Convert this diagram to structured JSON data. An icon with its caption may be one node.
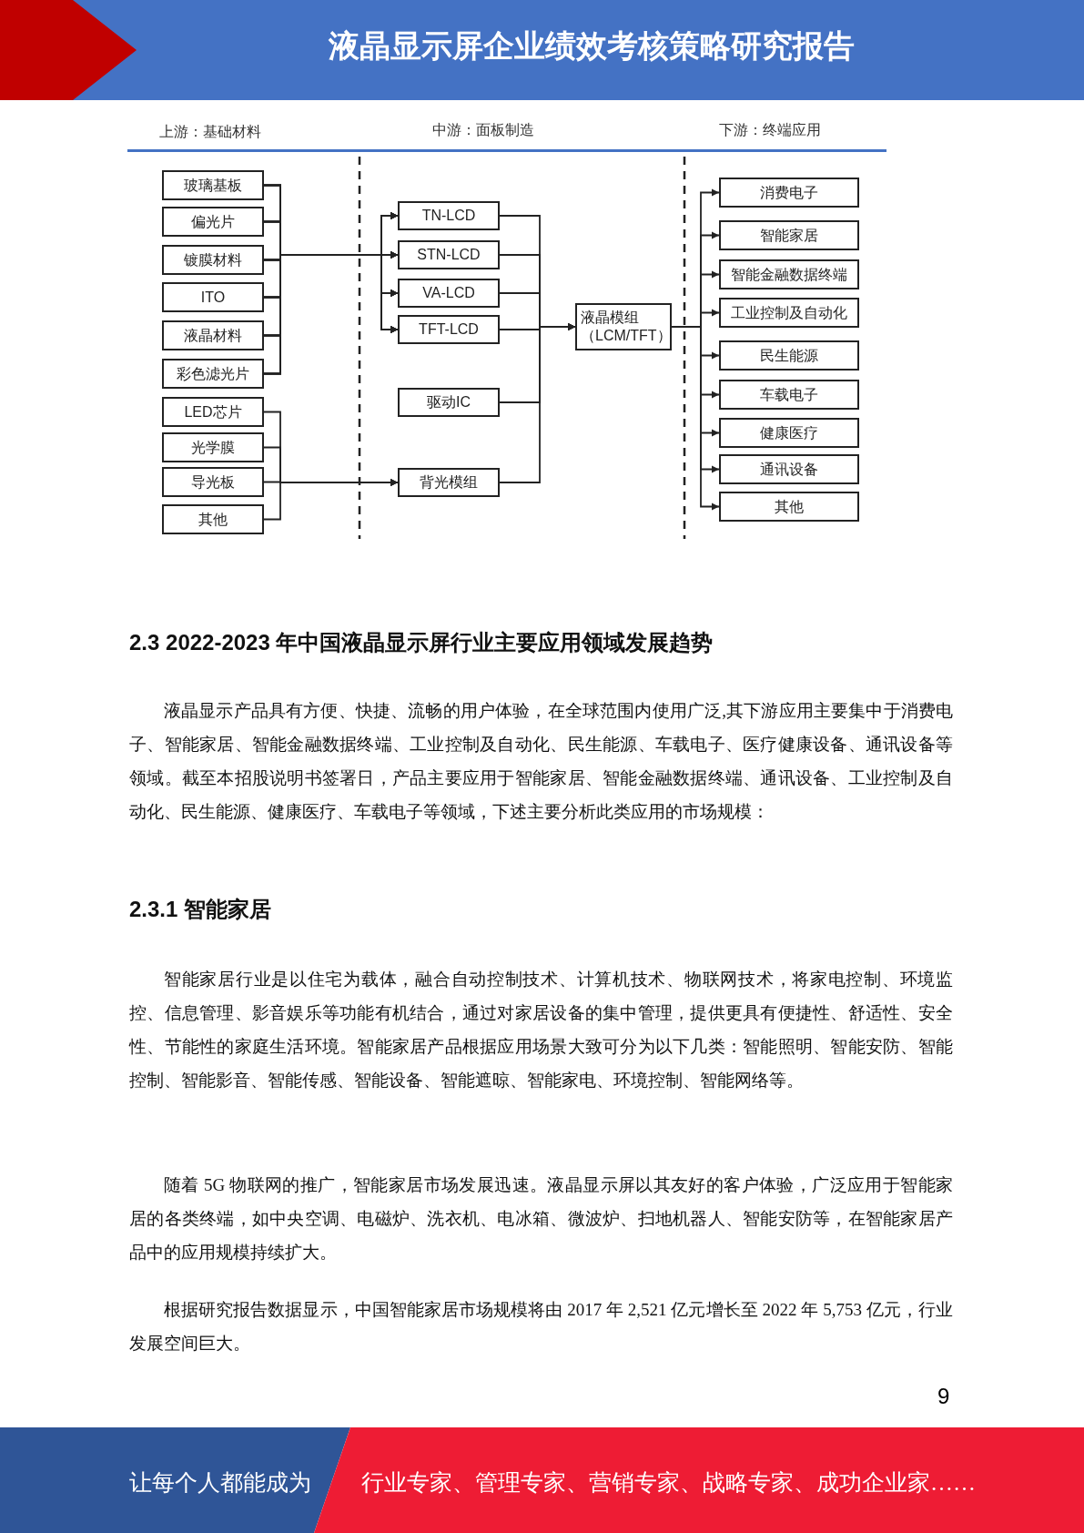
{
  "diagram": {
    "title": "液晶显示屏企业绩效考核策略研究报告",
    "nodes": [
      {
        "text": [
          "玻璃基板"
        ]
      },
      {
        "text": [
          "偏光片"
        ]
      },
      {
        "text": [
          "镀膜材料"
        ]
      },
      {
        "text": [
          "ITO"
        ]
      },
      {
        "text": [
          "液晶材料"
        ]
      },
      {
        "text": [
          "彩色滤光片"
        ]
      },
      {
        "text": [
          "LED芯片"
        ]
      },
      {
        "text": [
          "光学膜"
        ]
      },
      {
        "text": [
          "导光板"
        ]
      },
      {
        "text": [
          "其他"
        ]
      },
      {
        "text": [
          "TN-LCD"
        ]
      },
      {
        "text": [
          "STN-LCD"
        ]
      },
      {
        "text": [
          "VA-LCD"
        ]
      },
      {
        "text": [
          "TFT-LCD"
        ]
      },
      {
        "text": [
          "驱动IC"
        ]
      },
      {
        "text": [
          "背光模组"
        ]
      },
      {
        "text": [
          "液晶模组（LCM/TFT）"
        ]
      },
      {
        "text": [
          "消费电子"
        ]
      },
      {
        "text": [
          "智能家居"
        ]
      },
      {
        "text": [
          "智能金融数据终端"
        ]
      },
      {
        "text": [
          "工业控制及自动化"
        ]
      },
      {
        "text": [
          "民生能源"
        ]
      },
      {
        "text": [
          "车载电子"
        ]
      },
      {
        "text": [
          "健康医疗"
        ]
      },
      {
        "text": [
          "通讯设备"
        ]
      },
      {
        "text": [
          "其他"
        ]
      }
    ],
    "edges": [
      {
        "from": 0,
        "to": 10,
        "arrow": "to"
      },
      {
        "from": 0,
        "to": 11,
        "arrow": "to"
      },
      {
        "from": 0,
        "to": 12,
        "arrow": "to"
      },
      {
        "from": 0,
        "to": 13,
        "arrow": "to"
      },
      {
        "from": 1,
        "to": 10,
        "arrow": "to"
      },
      {
        "from": 1,
        "to": 11,
        "arrow": "to"
      },
      {
        "from": 1,
        "to": 12,
        "arrow": "to"
      },
      {
        "from": 1,
        "to": 13,
        "arrow": "to"
      },
      {
        "from": 2,
        "to": 10,
        "arrow": "to"
      },
      {
        "from": 2,
        "to": 11,
        "arrow": "to"
      },
      {
        "from": 2,
        "to": 12,
        "arrow": "to"
      },
      {
        "from": 2,
        "to": 13,
        "arrow": "to"
      },
      {
        "from": 3,
        "to": 10,
        "arrow": "to"
      },
      {
        "from": 3,
        "to": 11,
        "arrow": "to"
      },
      {
        "from": 3,
        "to": 12,
        "arrow": "to"
      },
      {
        "from": 3,
        "to": 13,
        "arrow": "to"
      },
      {
        "from": 4,
        "to": 10,
        "arrow": "to"
      },
      {
        "from": 4,
        "to": 11,
        "arrow": "to"
      },
      {
        "from": 4,
        "to": 12,
        "arrow": "to"
      },
      {
        "from": 4,
        "to": 13,
        "arrow": "to"
      },
      {
        "from": 5,
        "to": 10,
        "arrow": "to"
      },
      {
        "from": 5,
        "to": 11,
        "arrow": "to"
      },
      {
        "from": 5,
        "to": 12,
        "arrow": "to"
      },
      {
        "from": 5,
        "to": 13,
        "arrow": "to"
      },
      {
        "from": 6,
        "to": 15,
        "arrow": "to"
      },
      {
        "from": 7,
        "to": 15,
        "arrow": "to"
      },
      {
        "from": 8,
        "to": 15,
        "arrow": "to"
      },
      {
        "from": 9,
        "to": 15,
        "arrow": "to"
      },
      {
        "from": 10,
        "to": 16,
        "arrow": "to"
      },
      {
        "from": 11,
        "to": 16,
        "arrow": "to"
      },
      {
        "from": 12,
        "to": 16,
        "arrow": "to"
      },
      {
        "from": 13,
        "to": 16,
        "arrow": "to"
      },
      {
        "from": 14,
        "to": 16,
        "arrow": "to"
      },
      {
        "from": 15,
        "to": 16,
        "arrow": "to"
      },
      {
        "from": 16,
        "to": 17,
        "arrow": "to"
      },
      {
        "from": 16,
        "to": 18,
        "arrow": "to"
      },
      {
        "from": 16,
        "to": 19,
        "arrow": "to"
      },
      {
        "from": 16,
        "to": 20,
        "arrow": "to"
      },
      {
        "from": 16,
        "to": 21,
        "arrow": "to"
      },
      {
        "from": 16,
        "to": 22,
        "arrow": "to"
      },
      {
        "from": 16,
        "to": 23,
        "arrow": "to"
      },
      {
        "from": 16,
        "to": 24,
        "arrow": "to"
      },
      {
        "from": 16,
        "to": 25,
        "arrow": "to"
      }
    ],
    "labels": [
      "上游：基础材料",
      "中游：面板制造",
      "下游：终端应用",
      "2.3 2022-2023 年中国液晶显示屏行业主要应用领域发展趋势",
      "液晶显示产品具有方便、快捷、流畅的用户体验，在全球范围内使用广泛,其下游应用主要集中于消费电子、智能家居、智能金融数据终端、工业控制及自动化、民生能源、车载电子、医疗健康设备、通讯设备等领域。截至本招股说明书签署日，产品主要应用于智能家居、智能金融数据终端、通讯设备、工业控制及自动化、民生能源、健康医疗、车载电子等领域，下述主要分析此类应用的市场规模：",
      "2.3.1 智能家居",
      "智能家居行业是以住宅为载体，融合自动控制技术、计算机技术、物联网技术，将家电控制、环境监控、信息管理、影音娱乐等功能有机结合，通过对家居设备的集中管理，提供更具有便捷性、舒适性、安全性、节能性的家庭生活环境。智能家居产品根据应用场景大致可分为以下几类：智能照明、智能安防、智能控制、智能影音、智能传感、智能设备、智能遮晾、智能家电、环境控制、智能网络等。",
      "随着 5G 物联网的推广，智能家居市场发展迅速。液晶显示屏以其友好的客户体验，广泛应用于智能家居的各类终端，如中央空调、电磁炉、洗衣机、电冰箱、微波炉、扫地机器人、智能安防等，在智能家居产品中的应用规模持续扩大。",
      "根据研究报告数据显示，中国智能家居市场规模将由 2017 年 2,521 亿元增长至 2022 年 5,753 亿元，行业发展空间巨大。",
      "9",
      "让每个人都能成为",
      "行业专家、管理专家、营销专家、战略专家、成功企业家……"
    ]
  }
}
